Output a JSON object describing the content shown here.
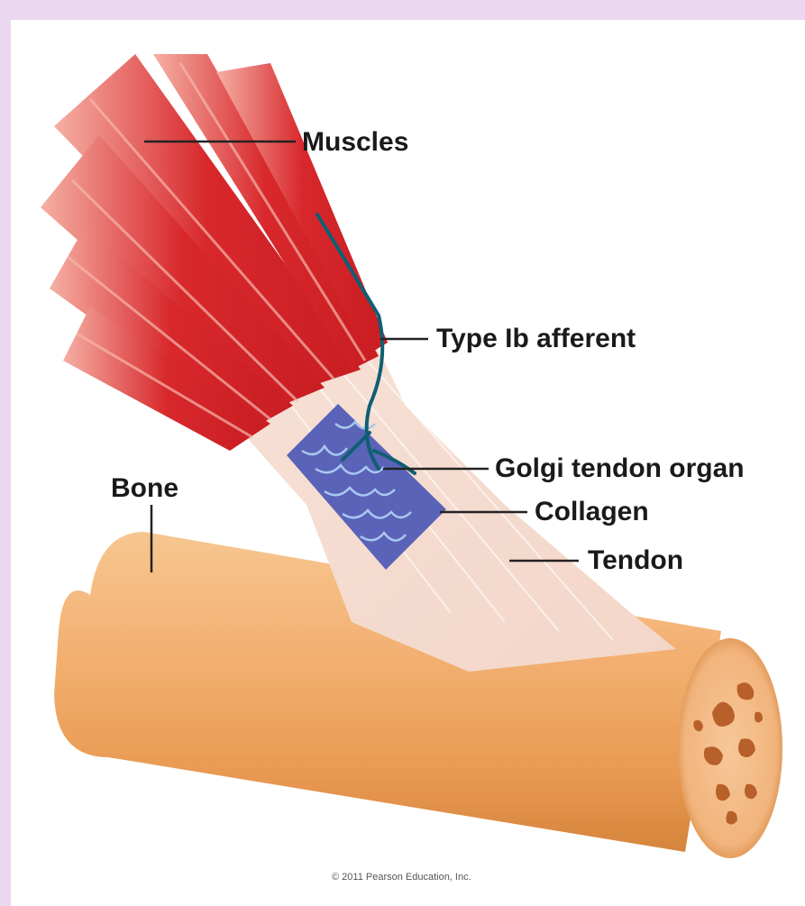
{
  "diagram": {
    "labels": {
      "muscles": "Muscles",
      "afferent": "Type Ib afferent",
      "golgi": "Golgi tendon organ",
      "collagen": "Collagen",
      "tendon": "Tendon",
      "bone": "Bone"
    },
    "credit": "© 2011 Pearson Education, Inc."
  },
  "colors": {
    "page_border": "#ead8f0",
    "muscle": "#d4252a",
    "muscle_light": "#f2a49a",
    "tendon": "#f4ddd2",
    "golgi_capsule": "#5a63b8",
    "collagen_fiber": "#a8c8f0",
    "nerve": "#0f5f73",
    "bone": "#f0a865",
    "bone_dark": "#c8772f",
    "marrow": "#b8602a"
  }
}
